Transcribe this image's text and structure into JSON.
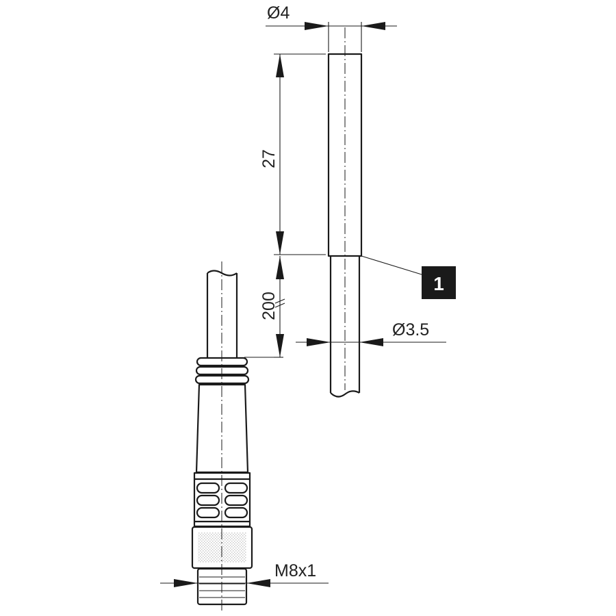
{
  "dimensions": {
    "probe_diameter": "Ø4",
    "probe_length": "27",
    "cable_length": "200",
    "cable_diameter": "Ø3.5",
    "connector_thread": "M8x1"
  },
  "callout": {
    "label": "1"
  }
}
